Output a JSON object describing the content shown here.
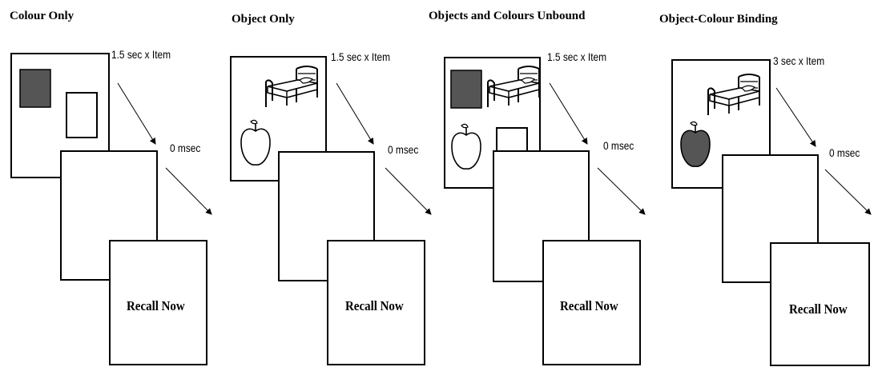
{
  "colors": {
    "ink": "#000000",
    "filled": "#555555",
    "background": "#ffffff"
  },
  "panels": [
    {
      "title": "Colour Only",
      "study_duration": "1.5 sec x Item",
      "delay": "0 msec",
      "recall_label": "Recall Now",
      "items": [
        "filled-rectangle",
        "outline-rectangle"
      ]
    },
    {
      "title": "Object Only",
      "study_duration": "1.5 sec x Item",
      "delay": "0 msec",
      "recall_label": "Recall Now",
      "items": [
        "bed-icon",
        "apple-outline-icon"
      ]
    },
    {
      "title": "Objects and Colours Unbound",
      "study_duration": "1.5 sec x Item",
      "delay": "0 msec",
      "recall_label": "Recall Now",
      "items": [
        "filled-rectangle",
        "bed-icon",
        "apple-outline-icon",
        "outline-rectangle"
      ]
    },
    {
      "title": "Object-Colour Binding",
      "study_duration": "3 sec x Item",
      "delay": "0 msec",
      "recall_label": "Recall Now",
      "items": [
        "bed-icon",
        "apple-filled-icon"
      ]
    }
  ]
}
